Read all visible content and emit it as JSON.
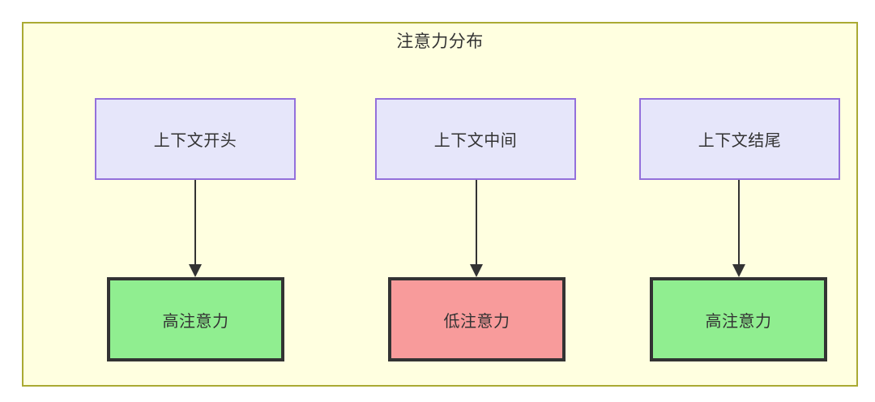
{
  "diagram": {
    "title": "注意力分布",
    "background_color": "#ffffe0",
    "border_color": "#aaaa33",
    "columns": [
      {
        "id": "col1",
        "source": {
          "label": "上下文开头",
          "fill": "#e6e6fa",
          "border": "#9370db"
        },
        "target": {
          "label": "高注意力",
          "fill": "#90ee90",
          "border": "#333333"
        }
      },
      {
        "id": "col2",
        "source": {
          "label": "上下文中间",
          "fill": "#e6e6fa",
          "border": "#9370db"
        },
        "target": {
          "label": "低注意力",
          "fill": "#f89b9b",
          "border": "#333333"
        }
      },
      {
        "id": "col3",
        "source": {
          "label": "上下文结尾",
          "fill": "#e6e6fa",
          "border": "#9370db"
        },
        "target": {
          "label": "高注意力",
          "fill": "#90ee90",
          "border": "#333333"
        }
      }
    ],
    "edges": [
      {
        "from": "上下文开头",
        "to": "高注意力",
        "style": "solid-arrow",
        "color": "#333333"
      },
      {
        "from": "上下文中间",
        "to": "低注意力",
        "style": "solid-arrow",
        "color": "#333333"
      },
      {
        "from": "上下文结尾",
        "to": "高注意力",
        "style": "solid-arrow",
        "color": "#333333"
      }
    ]
  }
}
